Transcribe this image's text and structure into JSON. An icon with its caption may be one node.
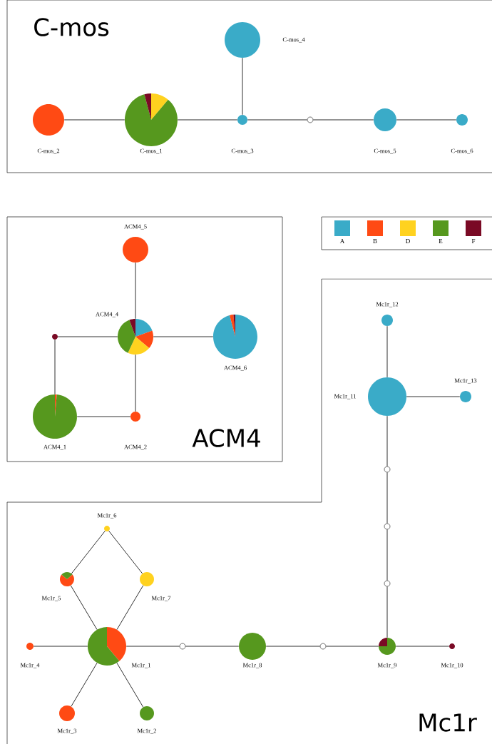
{
  "diagram": {
    "nodes": [
      {
        "text": [
          "C-mos"
        ]
      },
      {
        "text": [],
        "shape": "circle",
        "beside": [
          "C-mos_2"
        ],
        "in": 0
      },
      {
        "text": [],
        "shape": "circle",
        "beside": [
          "C-mos_1"
        ],
        "in": 0
      },
      {
        "text": [],
        "shape": "circle",
        "beside": [
          "C-mos_4"
        ],
        "in": 0
      },
      {
        "text": [],
        "shape": "circle",
        "beside": [
          "C-mos_3"
        ],
        "in": 0
      },
      {
        "text": [],
        "shape": "circle",
        "in": 0
      },
      {
        "text": [],
        "shape": "circle",
        "beside": [
          "C-mos_5"
        ],
        "in": 0
      },
      {
        "text": [],
        "shape": "circle",
        "beside": [
          "C-mos_6"
        ],
        "in": 0
      },
      {
        "text": [
          "ACM4"
        ]
      },
      {
        "text": [],
        "shape": "circle",
        "beside": [
          "ACM4_5"
        ],
        "in": 8
      },
      {
        "text": [],
        "shape": "circle",
        "beside": [
          "ACM4_4"
        ]
      },
      {
        "text": [],
        "shape": "circle",
        "beside": [
          "ACM4_6"
        ]
      },
      {
        "text": [],
        "shape": "circle"
      },
      {
        "text": [],
        "shape": "circle",
        "beside": [
          "ACM4_1"
        ]
      },
      {
        "text": [],
        "shape": "circle",
        "beside": [
          "ACM4_2"
        ]
      },
      {
        "text": [
          "Mc1r"
        ]
      },
      {
        "text": [],
        "shape": "circle",
        "beside": [
          "Mc1r_12"
        ],
        "in": 15
      },
      {
        "text": [],
        "shape": "circle",
        "beside": [
          "Mc1r_11"
        ],
        "in": 15
      },
      {
        "text": [],
        "shape": "circle",
        "beside": [
          "Mc1r_13"
        ],
        "in": 15
      },
      {
        "text": [],
        "shape": "circle",
        "in": 15
      },
      {
        "text": [],
        "shape": "circle",
        "in": 15
      },
      {
        "text": [],
        "shape": "circle",
        "in": 15
      },
      {
        "text": [],
        "shape": "circle",
        "beside": [
          "Mc1r_6"
        ],
        "in": 15
      },
      {
        "text": [],
        "shape": "circle",
        "beside": [
          "Mc1r_5"
        ],
        "in": 15
      },
      {
        "text": [],
        "shape": "circle",
        "beside": [
          "Mc1r_7"
        ],
        "in": 15
      },
      {
        "text": [],
        "shape": "circle",
        "beside": [
          "Mc1r_4"
        ],
        "in": 15
      },
      {
        "text": [],
        "shape": "circle",
        "beside": [
          "Mc1r_1"
        ],
        "in": 15
      },
      {
        "text": [],
        "shape": "circle",
        "in": 15
      },
      {
        "text": [],
        "shape": "circle",
        "beside": [
          "Mc1r_8"
        ],
        "in": 15
      },
      {
        "text": [],
        "shape": "circle",
        "in": 15
      },
      {
        "text": [],
        "shape": "circle",
        "beside": [
          "Mc1r_9"
        ],
        "in": 15
      },
      {
        "text": [],
        "shape": "circle",
        "beside": [
          "Mc1r_10"
        ],
        "in": 15
      },
      {
        "text": [],
        "shape": "circle",
        "beside": [
          "Mc1r_3"
        ],
        "in": 15
      },
      {
        "text": [],
        "shape": "circle",
        "beside": [
          "Mc1r_2"
        ],
        "in": 15
      }
    ],
    "edges": [
      {
        "from": 1,
        "to": 2,
        "arrow": "none"
      },
      {
        "from": 2,
        "to": 4,
        "arrow": "none"
      },
      {
        "from": 3,
        "to": 4,
        "arrow": "none"
      },
      {
        "from": 4,
        "to": 5,
        "arrow": "none"
      },
      {
        "from": 5,
        "to": 6,
        "arrow": "none"
      },
      {
        "from": 6,
        "to": 7,
        "arrow": "none"
      },
      {
        "from": 9,
        "to": 10,
        "arrow": "none"
      },
      {
        "from": 10,
        "to": 11,
        "arrow": "none"
      },
      {
        "from": 12,
        "to": 10,
        "arrow": "none"
      },
      {
        "from": 12,
        "to": 13,
        "arrow": "none"
      },
      {
        "from": 13,
        "to": 14,
        "arrow": "none"
      },
      {
        "from": 10,
        "to": 14,
        "arrow": "none"
      },
      {
        "from": 16,
        "to": 17,
        "arrow": "none"
      },
      {
        "from": 17,
        "to": 18,
        "arrow": "none"
      },
      {
        "from": 17,
        "to": 19,
        "arrow": "none"
      },
      {
        "from": 19,
        "to": 20,
        "arrow": "none"
      },
      {
        "from": 20,
        "to": 21,
        "arrow": "none"
      },
      {
        "from": 21,
        "to": 30,
        "arrow": "none"
      },
      {
        "from": 22,
        "to": 23,
        "arrow": "none"
      },
      {
        "from": 22,
        "to": 24,
        "arrow": "none"
      },
      {
        "from": 23,
        "to": 26,
        "arrow": "none"
      },
      {
        "from": 24,
        "to": 26,
        "arrow": "none"
      },
      {
        "from": 25,
        "to": 26,
        "arrow": "none"
      },
      {
        "from": 26,
        "to": 27,
        "arrow": "none"
      },
      {
        "from": 27,
        "to": 28,
        "arrow": "none"
      },
      {
        "from": 28,
        "to": 29,
        "arrow": "none"
      },
      {
        "from": 29,
        "to": 30,
        "arrow": "none"
      },
      {
        "from": 30,
        "to": 31,
        "arrow": "none"
      },
      {
        "from": 26,
        "to": 32,
        "arrow": "none"
      },
      {
        "from": 26,
        "to": 33,
        "arrow": "none"
      }
    ],
    "legend": [
      {
        "text": "A",
        "color": "#3aabc8"
      },
      {
        "text": "B",
        "color": "#ff4a14"
      },
      {
        "text": "D",
        "color": "#ffd21f"
      },
      {
        "text": "E",
        "color": "#56981e"
      },
      {
        "text": "F",
        "color": "#7a0a25"
      }
    ]
  }
}
